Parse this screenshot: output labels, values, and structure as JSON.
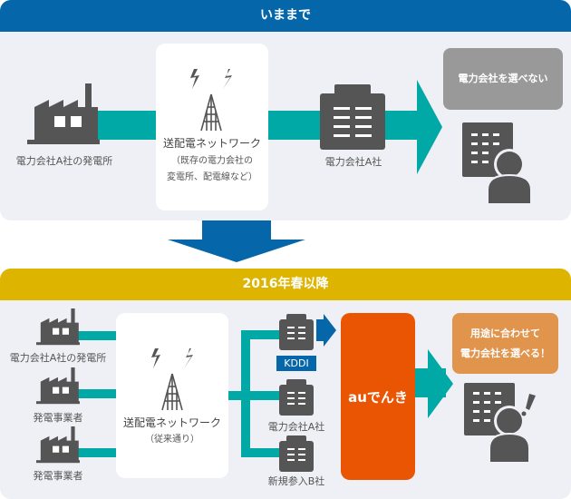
{
  "top_section": {
    "title": "いままで",
    "power_plant_label": "電力会社A社の発電所",
    "network": {
      "title": "送配電ネットワーク",
      "note_line1": "（既存の電力会社の",
      "note_line2": "変電所、配電線など）"
    },
    "company_label": "電力会社A社",
    "bubble_text": "電力会社を選べない"
  },
  "bottom_section": {
    "title": "2016年春以降",
    "plants": [
      {
        "label": "電力会社A社の発電所"
      },
      {
        "label": "発電事業者"
      },
      {
        "label": "発電事業者"
      }
    ],
    "network": {
      "title": "送配電ネットワーク",
      "note": "（従来通り）"
    },
    "companies": [
      {
        "label": "KDDI",
        "badge": true
      },
      {
        "label": "電力会社A社",
        "badge": false
      },
      {
        "label": "新規参入B社",
        "badge": false
      }
    ],
    "service_name": "auでんき",
    "bubble_line1": "用途に合わせて",
    "bubble_line2": "電力会社を選べる！"
  },
  "colors": {
    "top_header": "#0566aa",
    "bottom_header": "#ddb400",
    "flow": "#00a9a5",
    "service": "#ea5504",
    "bubble_top": "#999999",
    "bubble_bottom": "#e0944c",
    "icon": "#555555"
  }
}
